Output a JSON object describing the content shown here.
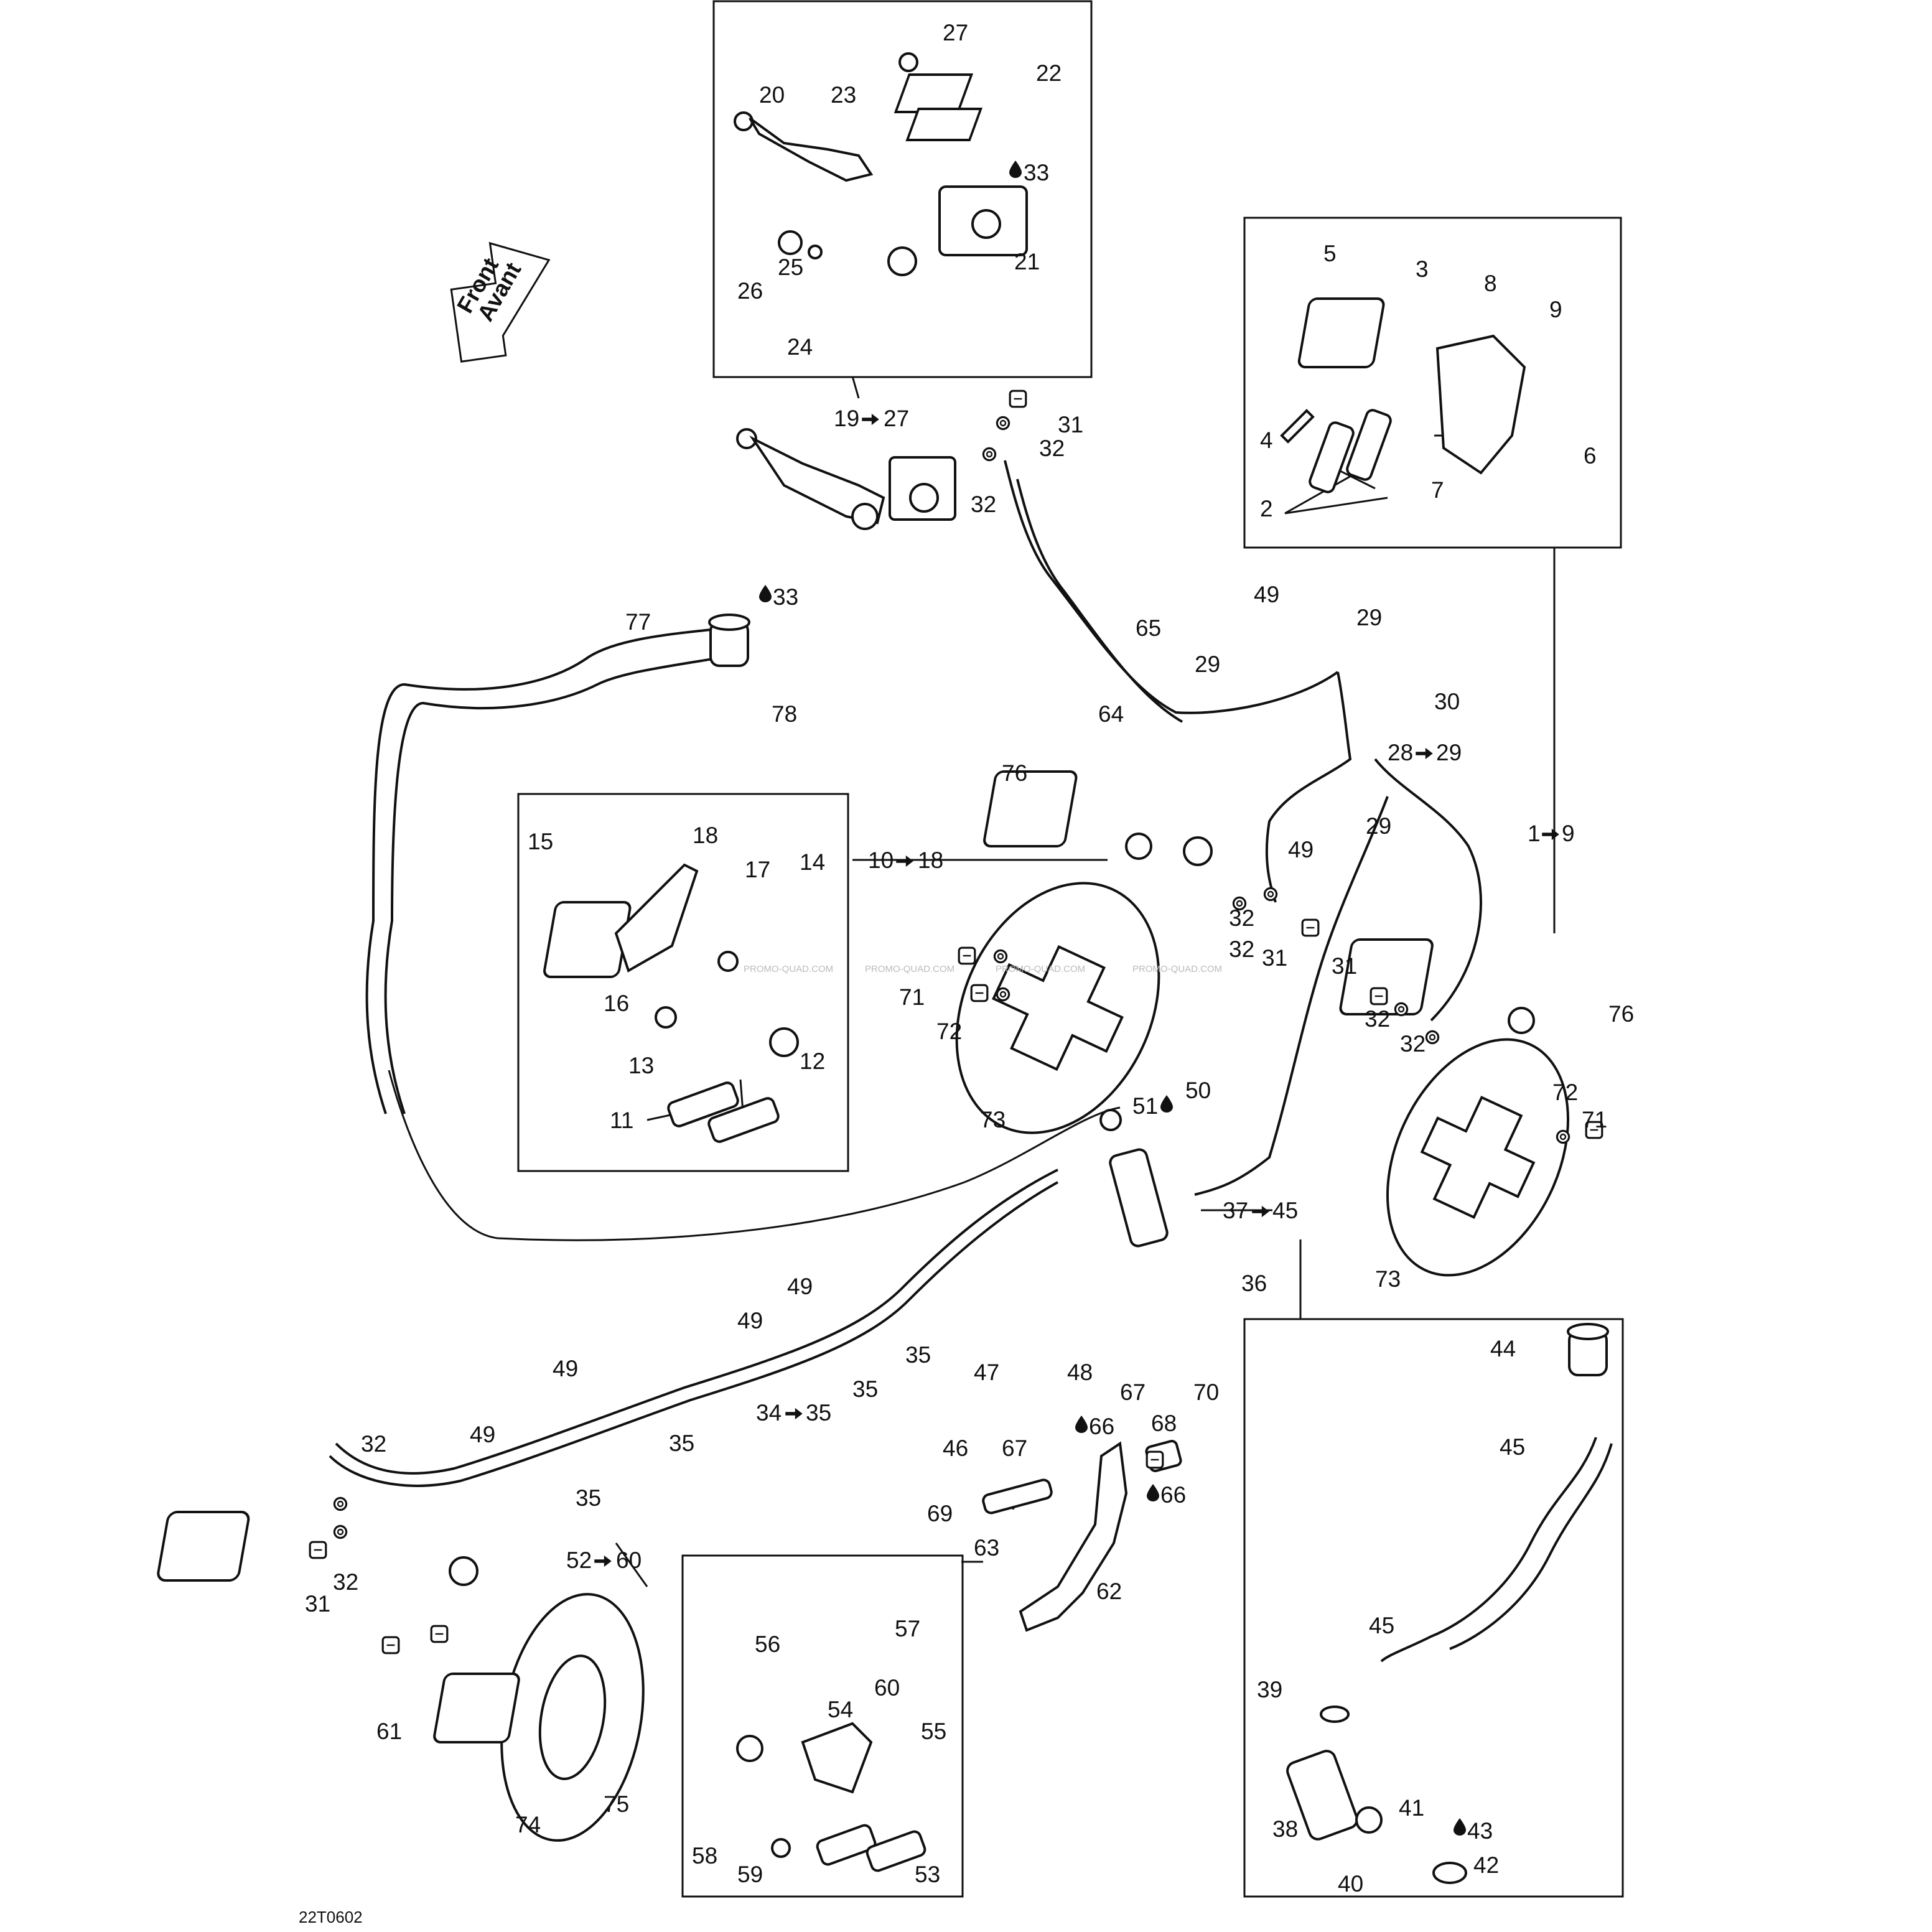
{
  "diagram_code": "22T0602",
  "front_arrow": {
    "line1": "Front",
    "line2": "Avant"
  },
  "watermark": "PROMO-QUAD.COM",
  "drop_icon": "drop-icon",
  "arrow_icon": "right-arrow-icon",
  "callouts": {
    "p1": "1",
    "p9": "9",
    "p2": "2",
    "p3": "3",
    "p4": "4",
    "p5": "5",
    "p6": "6",
    "p7": "7",
    "p8": "8",
    "p10": "10",
    "p18": "18",
    "p11": "11",
    "p12": "12",
    "p13": "13",
    "p14": "14",
    "p15": "15",
    "p16": "16",
    "p17": "17",
    "p19": "19",
    "p27": "27",
    "p20": "20",
    "p21": "21",
    "p22": "22",
    "p23": "23",
    "p24": "24",
    "p25": "25",
    "p26": "26",
    "p28": "28",
    "p29": "29",
    "p30": "30",
    "p31": "31",
    "p32": "32",
    "p33": "33",
    "p34": "34",
    "p35": "35",
    "p36": "36",
    "p37": "37",
    "p45": "45",
    "p38": "38",
    "p39": "39",
    "p40": "40",
    "p41": "41",
    "p42": "42",
    "p43": "43",
    "p44": "44",
    "p46": "46",
    "p47": "47",
    "p48": "48",
    "p49": "49",
    "p50": "50",
    "p51": "51",
    "p52": "52",
    "p60": "60",
    "p53": "53",
    "p54": "54",
    "p55": "55",
    "p56": "56",
    "p57": "57",
    "p58": "58",
    "p59": "59",
    "p61": "61",
    "p62": "62",
    "p63": "63",
    "p64": "64",
    "p65": "65",
    "p66": "66",
    "p67": "67",
    "p68": "68",
    "p69": "69",
    "p70": "70",
    "p71": "71",
    "p72": "72",
    "p73": "73",
    "p74": "74",
    "p75": "75",
    "p76": "76",
    "p77": "77",
    "p78": "78"
  }
}
